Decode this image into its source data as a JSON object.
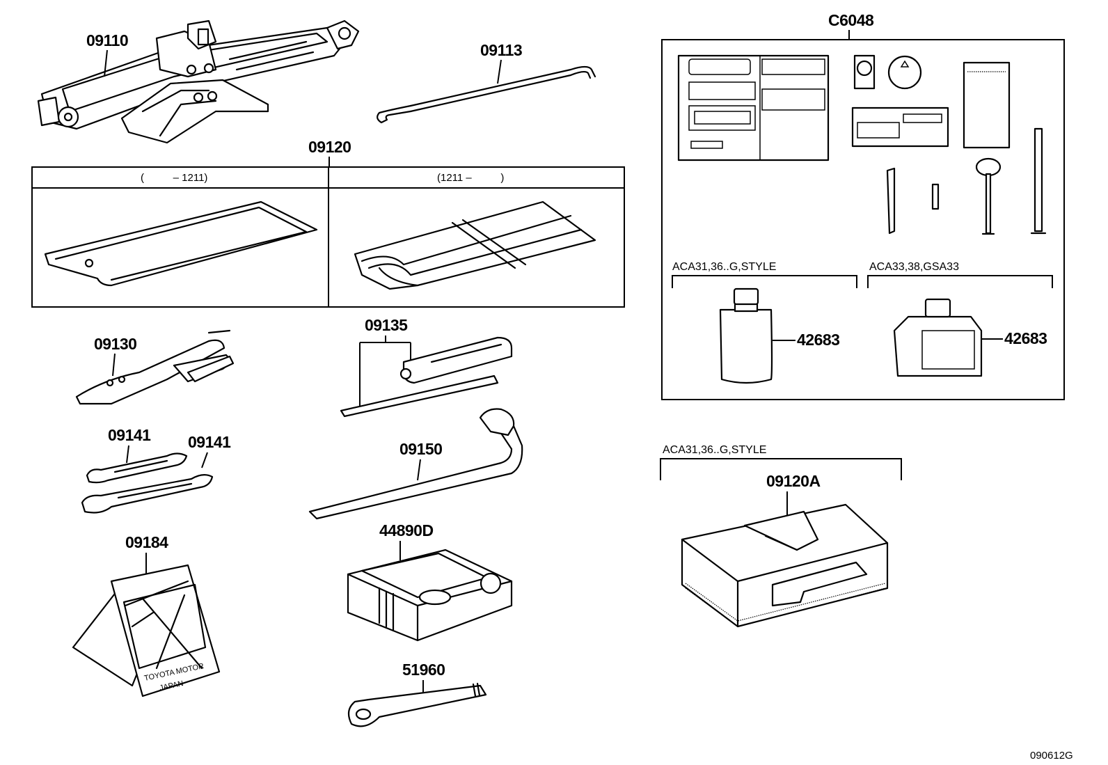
{
  "parts": {
    "jack": "09110",
    "jack_handle": "09113",
    "tool_bag": "09120",
    "pliers": "09130",
    "screwdriver": "09135",
    "wrench_a": "09141",
    "wrench_b": "09141",
    "lug_wrench": "09150",
    "triangle": "09184",
    "compressor": "44890D",
    "towing_eye": "51960",
    "repair_kit": "C6048",
    "sealant_round": "42683",
    "sealant_square": "42683",
    "kit_case": "09120A"
  },
  "tool_bag_table": {
    "left_header": "(          – 1211)",
    "right_header": "(1211 –          )"
  },
  "notes": {
    "sealant_left_style": "ACA31,36..G,STYLE",
    "sealant_right_style": "ACA33,38,GSA33",
    "kit_case_style": "ACA31,36..G,STYLE"
  },
  "triangle_text": {
    "line1": "TOYOTA MOTOR",
    "line2": "JAPAN"
  },
  "diagram_code": "090612G",
  "colors": {
    "ink": "#000000",
    "background": "#ffffff"
  }
}
